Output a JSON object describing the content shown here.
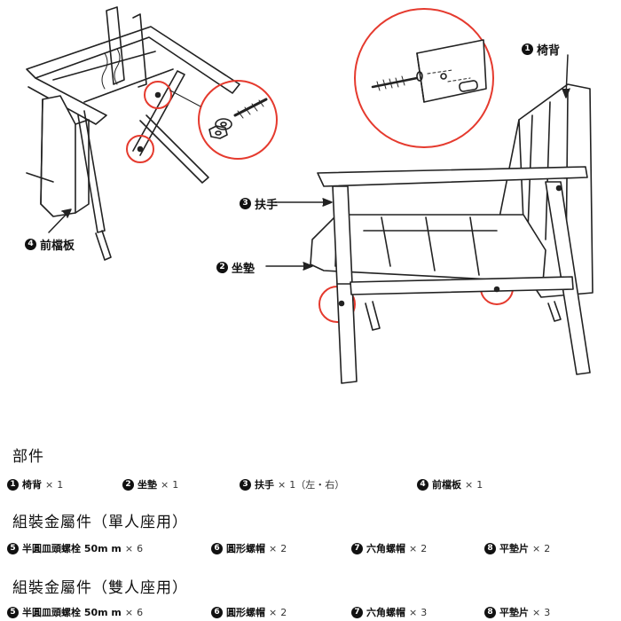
{
  "callouts": [
    {
      "num": "1",
      "label": "椅背"
    },
    {
      "num": "3",
      "label": "扶手"
    },
    {
      "num": "2",
      "label": "坐墊"
    },
    {
      "num": "4",
      "label": "前檔板"
    }
  ],
  "parts": {
    "title": "部件",
    "items": [
      {
        "num": "1",
        "label": "椅背",
        "times": "×",
        "qty": "1"
      },
      {
        "num": "2",
        "label": "坐墊",
        "times": "×",
        "qty": "1"
      },
      {
        "num": "3",
        "label": "扶手",
        "times": "×",
        "qty": "1（左・右）"
      },
      {
        "num": "4",
        "label": "前檔板",
        "times": "×",
        "qty": "1"
      }
    ]
  },
  "single": {
    "title": "組裝金屬件（單人座用）",
    "items": [
      {
        "num": "5",
        "label": "半圓皿頭螺栓 50m m",
        "times": "×",
        "qty": "6"
      },
      {
        "num": "6",
        "label": "圓形螺帽",
        "times": "×",
        "qty": "2"
      },
      {
        "num": "7",
        "label": "六角螺帽",
        "times": "×",
        "qty": "2"
      },
      {
        "num": "8",
        "label": "平墊片",
        "times": "×",
        "qty": "2"
      }
    ]
  },
  "double": {
    "title": "組裝金屬件（雙人座用）",
    "items": [
      {
        "num": "5",
        "label": "半圓皿頭螺栓 50m m",
        "times": "×",
        "qty": "6"
      },
      {
        "num": "6",
        "label": "圓形螺帽",
        "times": "×",
        "qty": "2"
      },
      {
        "num": "7",
        "label": "六角螺帽",
        "times": "×",
        "qty": "3"
      },
      {
        "num": "8",
        "label": "平墊片",
        "times": "×",
        "qty": "3"
      }
    ]
  },
  "colors": {
    "highlight": "#e53a2e",
    "line": "#222222"
  }
}
